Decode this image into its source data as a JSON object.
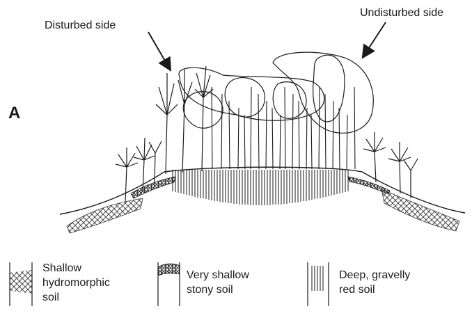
{
  "panel_letter": "A",
  "annotations": {
    "disturbed": "Disturbed side",
    "undisturbed": "Undisturbed side"
  },
  "legend": [
    {
      "key": "hydromorphic",
      "label": "Shallow\nhydromorphic\nsoil"
    },
    {
      "key": "stony",
      "label": "Very shallow\nstony soil"
    },
    {
      "key": "gravelly",
      "label": "Deep, gravelly\nred soil"
    }
  ]
}
